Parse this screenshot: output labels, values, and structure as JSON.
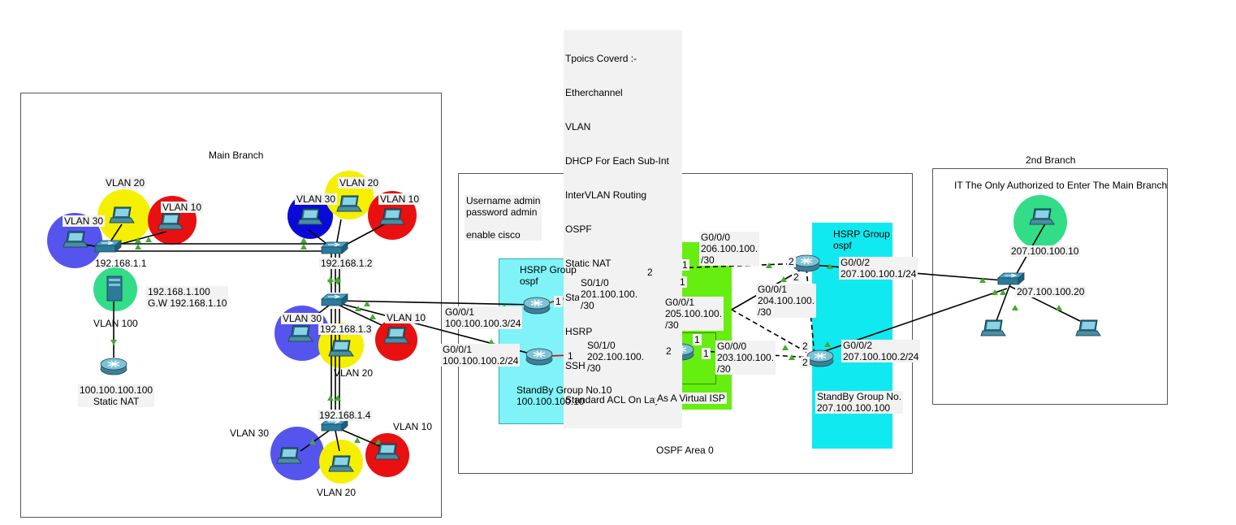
{
  "topics": {
    "title": "Tpoics Coverd :-",
    "items": [
      "Etherchannel",
      "VLAN",
      "DHCP For Each Sub-Int",
      "InterVLAN Routing",
      "OSPF",
      "Static NAT",
      "Standard ACL",
      "HSRP",
      "SSH",
      "Standard ACL On Layer 2"
    ]
  },
  "main_branch": {
    "title": "Main Branch",
    "switch1_ip": "192.168.1.1",
    "switch2_ip": "192.168.1.2",
    "switch3_ip": "192.168.1.3",
    "switch4_ip": "192.168.1.4",
    "server_info": "192.168.1.100\nG.W 192.168.1.10",
    "vlan100": "VLAN 100",
    "nat_router": "100.100.100.100\nStatic NAT",
    "vlan10": "VLAN 10",
    "vlan20": "VLAN 20",
    "vlan30": "VLAN 30"
  },
  "ospf_area": {
    "label": "OSPF Area 0",
    "credentials": "Username admin\npassword admin\n\nenable cisco"
  },
  "hsrp_left": {
    "group": "HSRP Group\nospf",
    "standby": "StandBy Group No.10\n100.100.100.10",
    "r1_g001": "G0/0/1\n100.100.100.3/24",
    "r1_s010": "S0/1/0\n201.100.100.\n/30",
    "r2_g001": "G0/0/1\n100.100.100.2/24",
    "r2_s010": "S0/1/0\n202.100.100.\n/30"
  },
  "isp": {
    "label": "As A Virtual ISP",
    "g000_top": "G0/0/0\n206.100.100.\n/30",
    "g001": "G0/0/1\n205.100.100.\n/30",
    "g000_bot": "G0/0/0\n203.100.100.\n/30"
  },
  "hsrp_right": {
    "group": "HSRP Group\nospf",
    "r1_g001": "G0/0/1\n204.100.100.\n/30",
    "r1_g002": "G0/0/2\n207.100.100.1/24",
    "r2_g002": "G0/0/2\n207.100.100.2/24",
    "standby": "StandBy Group No.\n207.100.100.100"
  },
  "branch2": {
    "title": "2nd Branch",
    "subtitle": "IT The Only Authorized to Enter The Main Branch",
    "pc_ip": "207.100.100.10",
    "switch_ip": "207.100.100.20"
  },
  "ports": {
    "one": "1",
    "two": "2"
  },
  "colors": {
    "vlan10": "#e81010",
    "vlan20": "#f5f000",
    "vlan30_a": "#5555ee",
    "vlan30_b": "#0a0ad8",
    "vlan100": "#33dd88",
    "cyan": "#7ff3f7",
    "isp_green": "#66ee11",
    "link_red": "#dd1111",
    "arrow_green": "#44aa33"
  }
}
